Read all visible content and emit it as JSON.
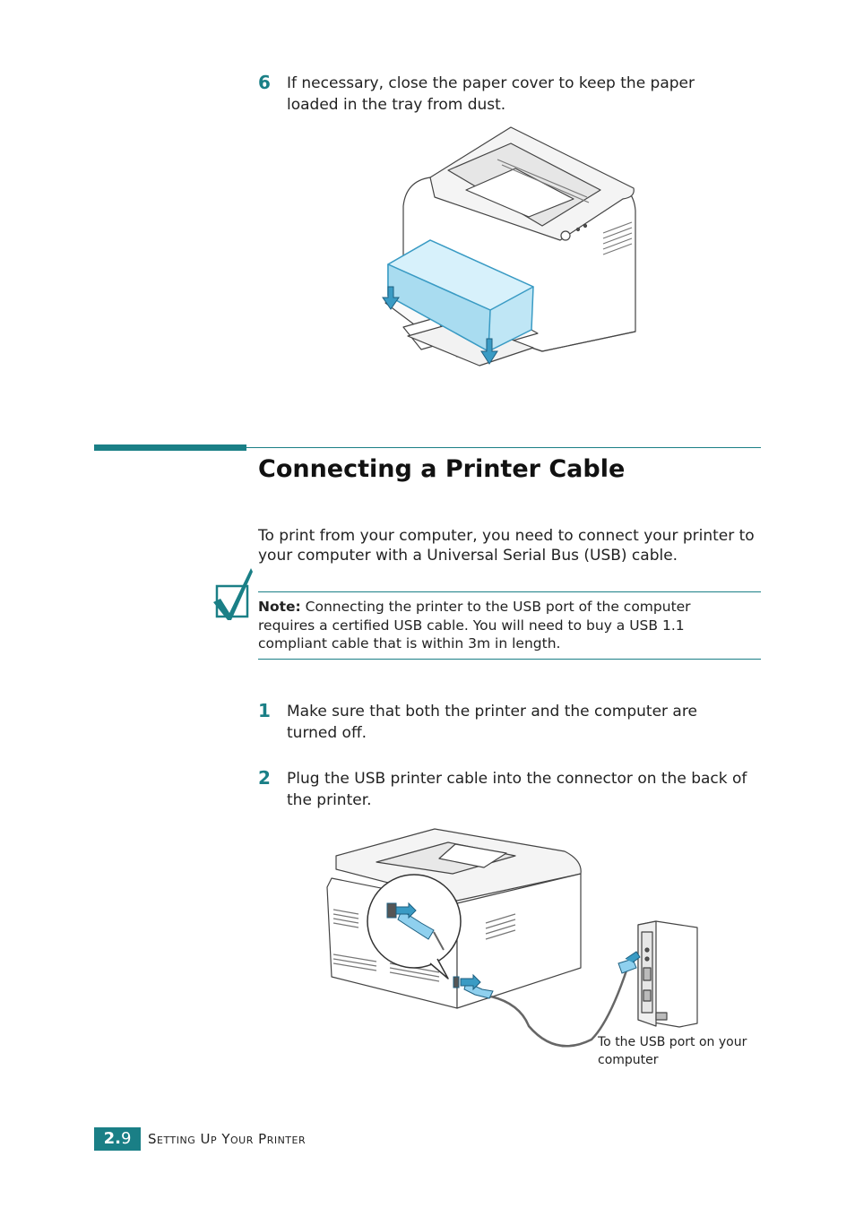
{
  "step6": {
    "number": "6",
    "text": "If necessary, close the paper cover to keep the paper loaded in the tray from dust."
  },
  "section": {
    "title": "Connecting a Printer Cable",
    "intro": "To print from your computer, you need to connect your printer to your computer with a Universal Serial Bus (USB) cable."
  },
  "note": {
    "label": "Note:",
    "text": " Connecting the printer to the USB port of the computer requires a certified USB cable. You will need to buy a USB 1.1 compliant cable that is within 3m in length."
  },
  "steps": [
    {
      "number": "1",
      "text": "Make sure that both the printer and the computer are turned off."
    },
    {
      "number": "2",
      "text": "Plug the USB printer cable into the connector on the back of the printer."
    }
  ],
  "figure2": {
    "caption": "To the USB port on your computer"
  },
  "footer": {
    "page_chapter": "2.",
    "page_index": "9",
    "section_label": "Setting Up Your Printer"
  },
  "colors": {
    "accent": "#1a7f86",
    "cover": "#bfe6f5",
    "cover_edge": "#3a9bc4"
  }
}
